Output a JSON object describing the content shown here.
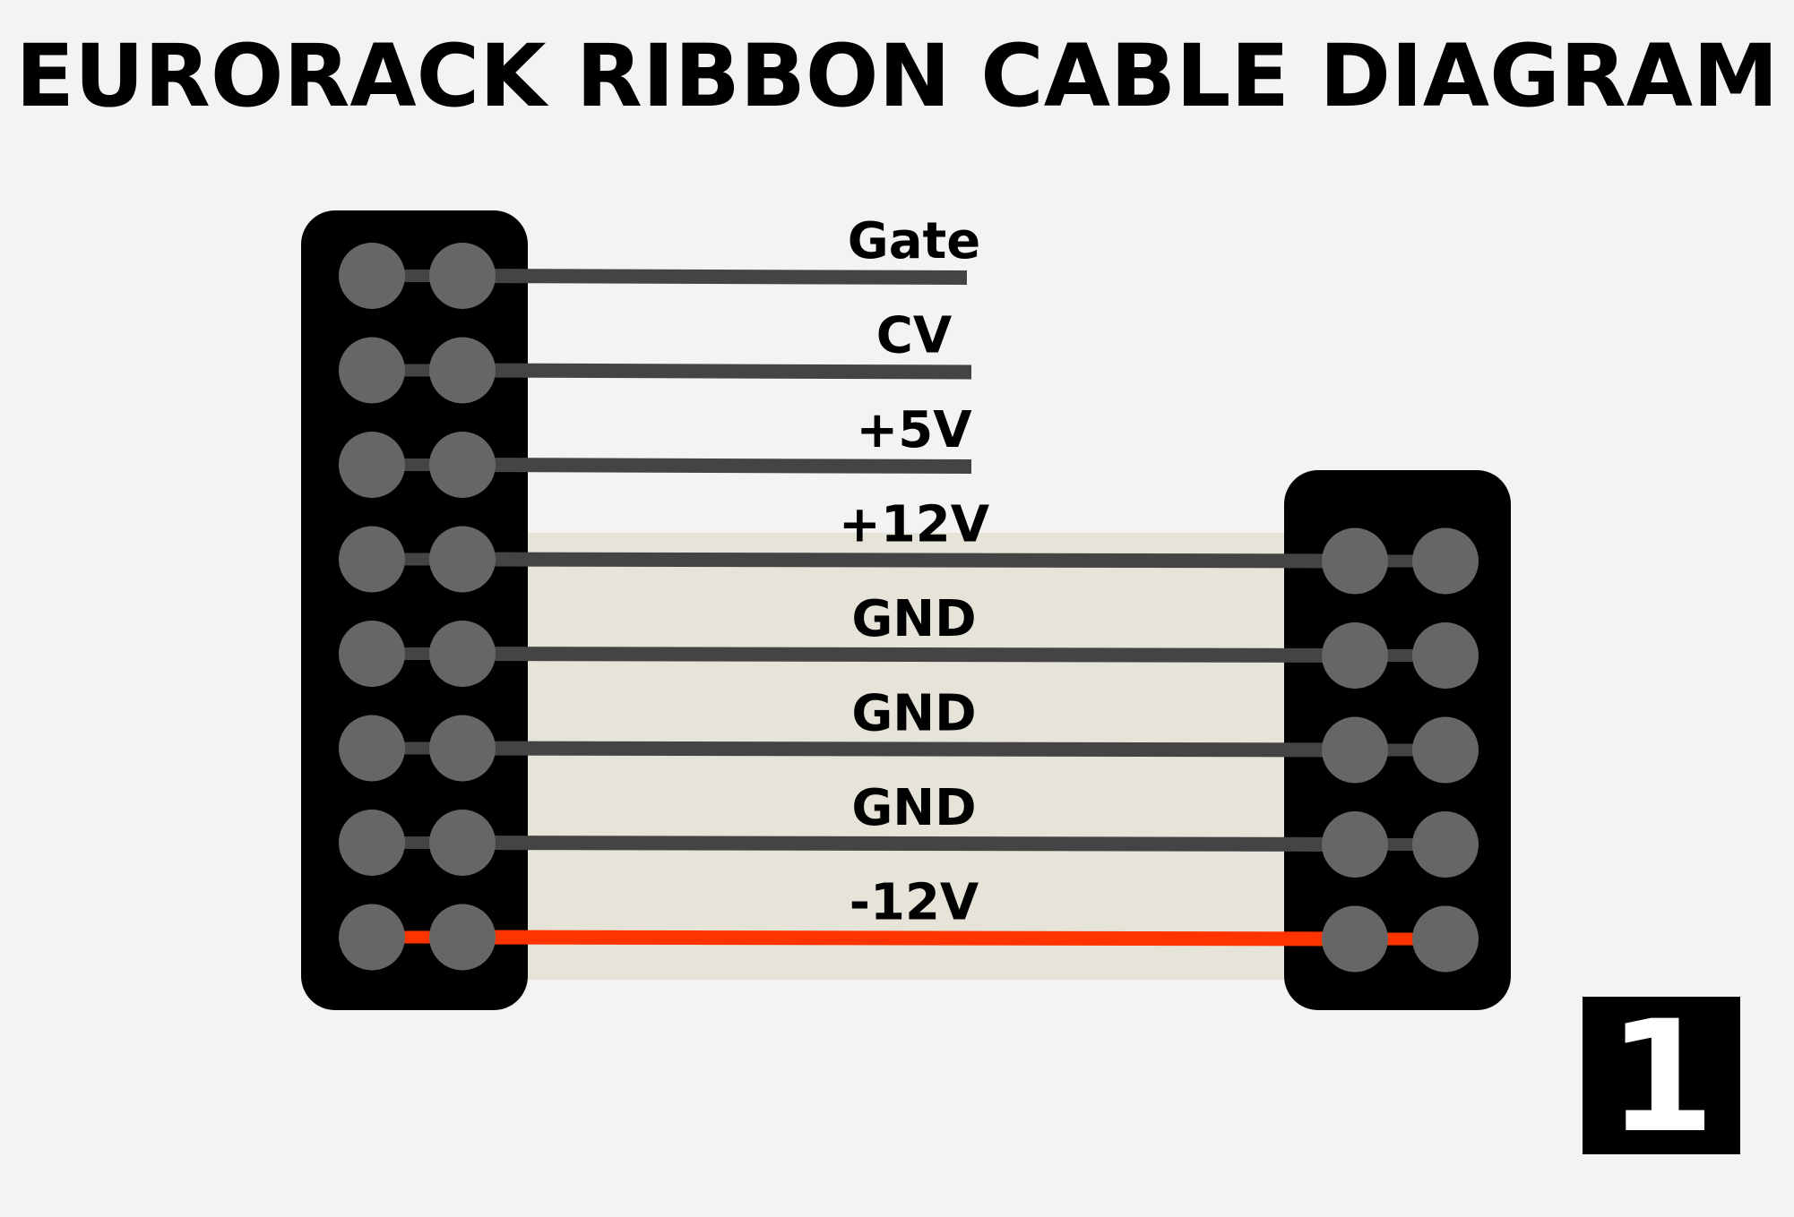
{
  "title": "EURORACK RIBBON CABLE DIAGRAM",
  "badge": "1",
  "colors": {
    "background": "#f3f3f3",
    "connector": "#000000",
    "pin": "#666666",
    "wire": "#444444",
    "red_wire": "#ff3300",
    "ribbon": "#e6e3d8",
    "text": "#000000"
  },
  "wires": [
    {
      "label": "Gate",
      "color": "wire",
      "spans_ribbon": false
    },
    {
      "label": "CV",
      "color": "wire",
      "spans_ribbon": false
    },
    {
      "label": "+5V",
      "color": "wire",
      "spans_ribbon": false
    },
    {
      "label": "+12V",
      "color": "wire",
      "spans_ribbon": true
    },
    {
      "label": "GND",
      "color": "wire",
      "spans_ribbon": true
    },
    {
      "label": "GND",
      "color": "wire",
      "spans_ribbon": true
    },
    {
      "label": "GND",
      "color": "wire",
      "spans_ribbon": true
    },
    {
      "label": "-12V",
      "color": "red_wire",
      "spans_ribbon": true
    }
  ]
}
